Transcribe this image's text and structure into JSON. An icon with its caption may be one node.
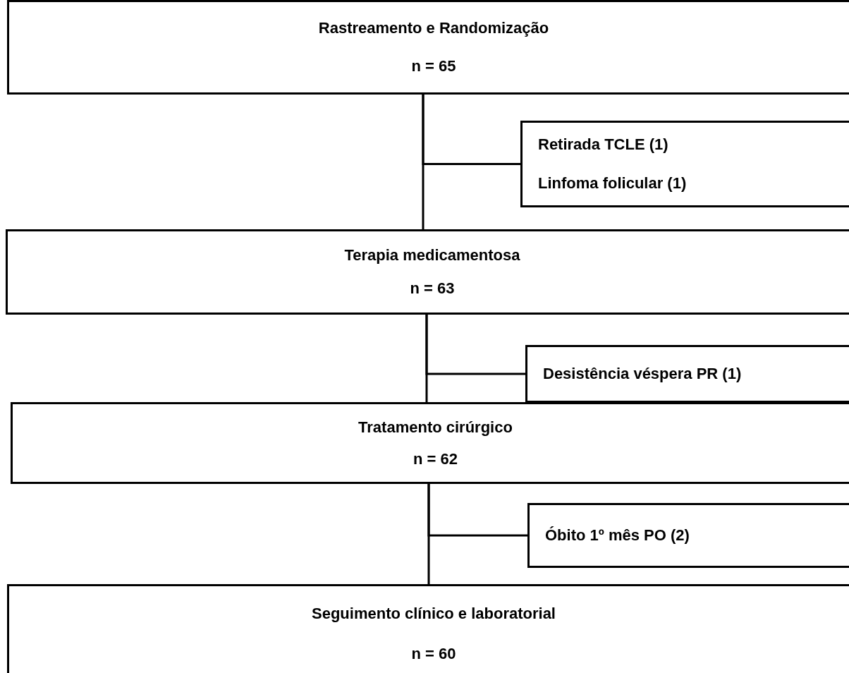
{
  "diagram": {
    "nodes": [
      {
        "text": [
          "Rastreamento e Randomização",
          "n = 65"
        ]
      },
      {
        "text": [
          "Retirada TCLE (1)",
          "Linfoma folicular (1)"
        ]
      },
      {
        "text": [
          "Terapia medicamentosa",
          "n = 63"
        ]
      },
      {
        "text": [
          "Desistência véspera PR (1)"
        ]
      },
      {
        "text": [
          "Tratamento cirúrgico",
          "n = 62"
        ]
      },
      {
        "text": [
          "Óbito 1º mês PO (2)"
        ]
      },
      {
        "text": [
          "Seguimento clínico e laboratorial",
          "n = 60"
        ]
      }
    ],
    "edges": [
      {
        "from": 0,
        "to": 2,
        "arrow": "none"
      },
      {
        "from": 0,
        "to": 1,
        "arrow": "none"
      },
      {
        "from": 2,
        "to": 4,
        "arrow": "none"
      },
      {
        "from": 2,
        "to": 3,
        "arrow": "none"
      },
      {
        "from": 4,
        "to": 6,
        "arrow": "none"
      },
      {
        "from": 4,
        "to": 5,
        "arrow": "none"
      }
    ]
  }
}
